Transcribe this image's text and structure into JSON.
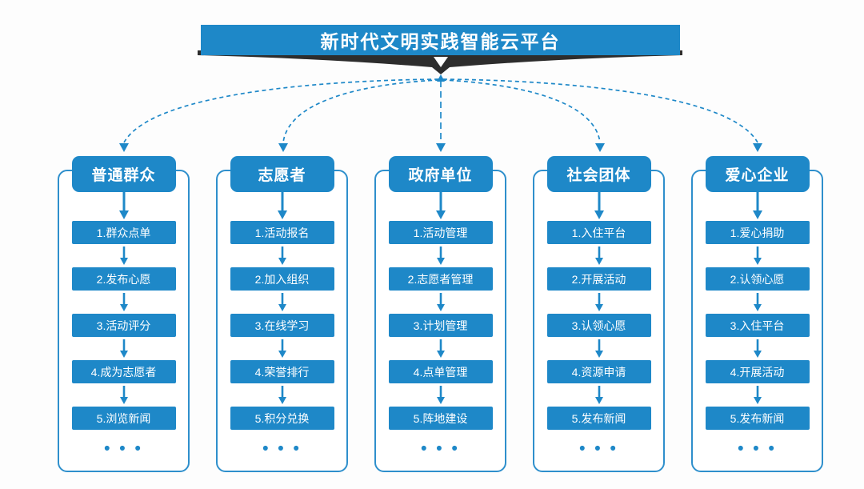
{
  "diagram": {
    "title": "新时代文明实践智能云平台",
    "ellipsis": "• • •",
    "colors": {
      "primary_blue": "#1E88C8",
      "container_border_blue": "#2E8FCC",
      "ribbon_dark": "#2D2D2D",
      "background": "#FDFDFD",
      "text_on_blue": "#FFFFFF"
    },
    "columns": [
      {
        "header": "普通群众",
        "items": [
          "1.群众点单",
          "2.发布心愿",
          "3.活动评分",
          "4.成为志愿者",
          "5.浏览新闻"
        ]
      },
      {
        "header": "志愿者",
        "items": [
          "1.活动报名",
          "2.加入组织",
          "3.在线学习",
          "4.荣誉排行",
          "5.积分兑换"
        ]
      },
      {
        "header": "政府单位",
        "items": [
          "1.活动管理",
          "2.志愿者管理",
          "3.计划管理",
          "4.点单管理",
          "5.阵地建设"
        ]
      },
      {
        "header": "社会团体",
        "items": [
          "1.入住平台",
          "2.开展活动",
          "3.认领心愿",
          "4.资源申请",
          "5.发布新闻"
        ]
      },
      {
        "header": "爱心企业",
        "items": [
          "1.爱心捐助",
          "2.认领心愿",
          "3.入住平台",
          "4.开展活动",
          "5.发布新闻"
        ]
      }
    ]
  }
}
